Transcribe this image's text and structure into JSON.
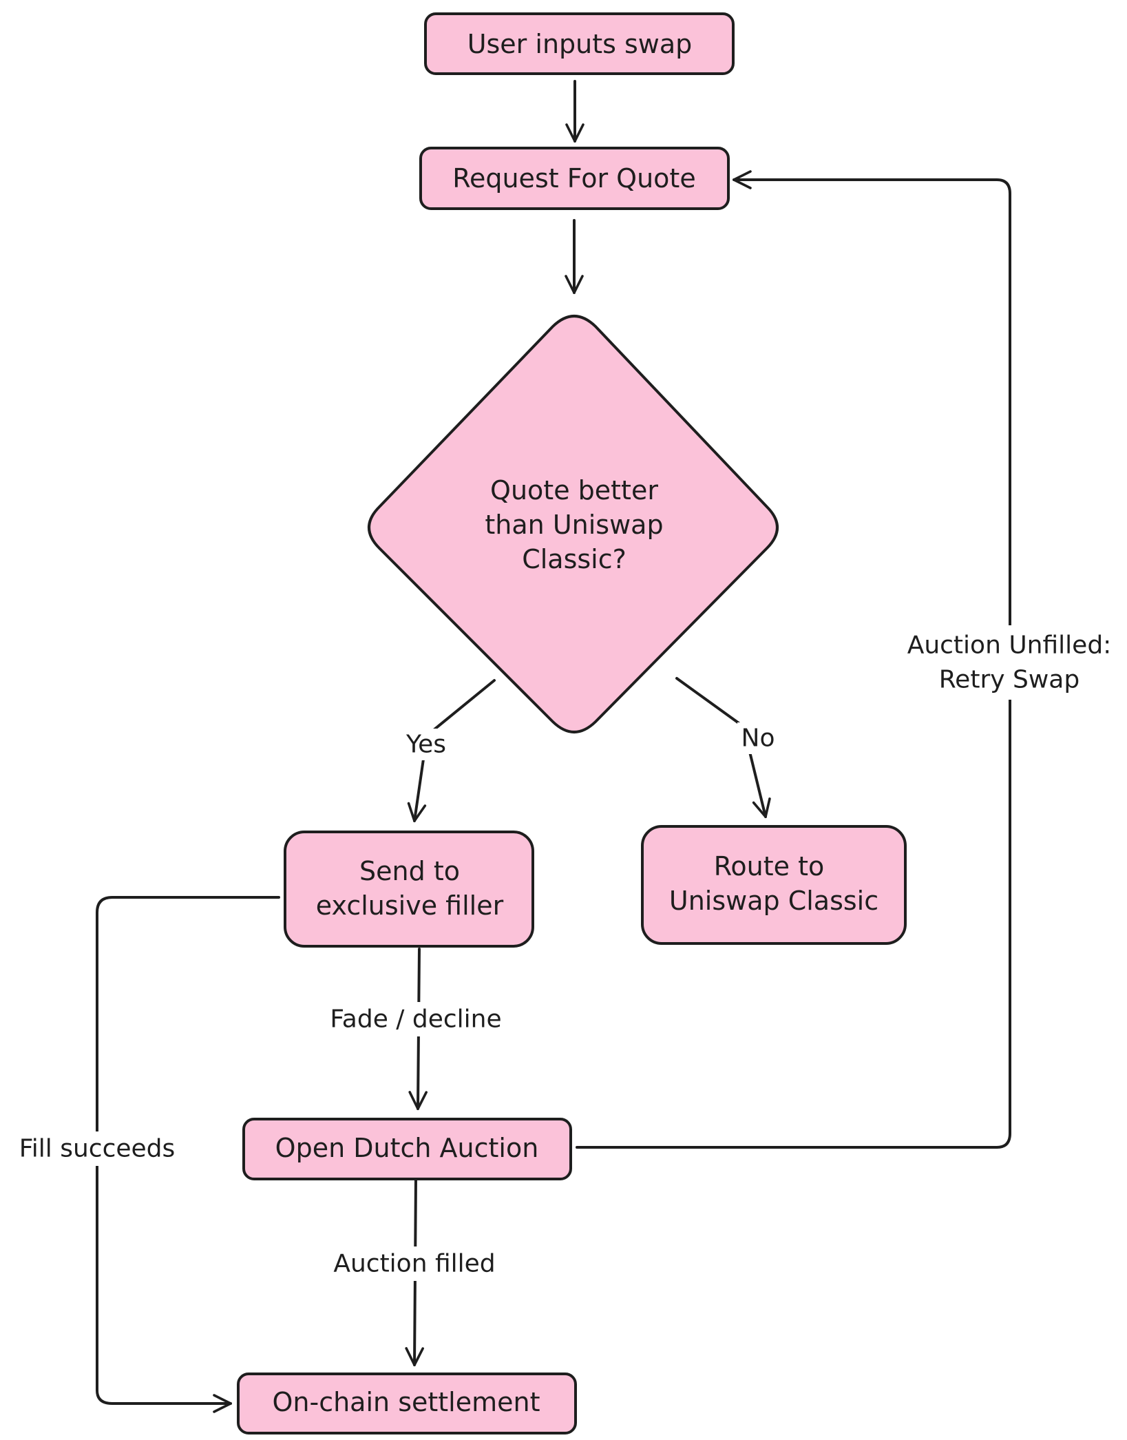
{
  "diagram": {
    "nodes": {
      "user_inputs": {
        "text": "User inputs swap"
      },
      "rfq": {
        "text": "Request For Quote"
      },
      "decision": {
        "lines": [
          "Quote better",
          "than Uniswap",
          "Classic?"
        ]
      },
      "exclusive_filler": {
        "lines": [
          "Send to",
          "exclusive filler"
        ]
      },
      "route_classic": {
        "lines": [
          "Route to",
          "Uniswap Classic"
        ]
      },
      "dutch_auction": {
        "text": "Open Dutch Auction"
      },
      "settlement": {
        "text": "On-chain settlement"
      }
    },
    "edges": {
      "yes": {
        "label": "Yes"
      },
      "no": {
        "label": "No"
      },
      "fade": {
        "label": "Fade / decline"
      },
      "auction_filled": {
        "label": "Auction filled"
      },
      "fill_succeeds": {
        "label": "Fill succeeds"
      },
      "retry": {
        "lines": [
          "Auction Unfilled:",
          "Retry Swap"
        ]
      }
    },
    "colors": {
      "node_fill": "#fbc2d9",
      "stroke": "#1e1e1e",
      "background": "#ffffff"
    }
  }
}
